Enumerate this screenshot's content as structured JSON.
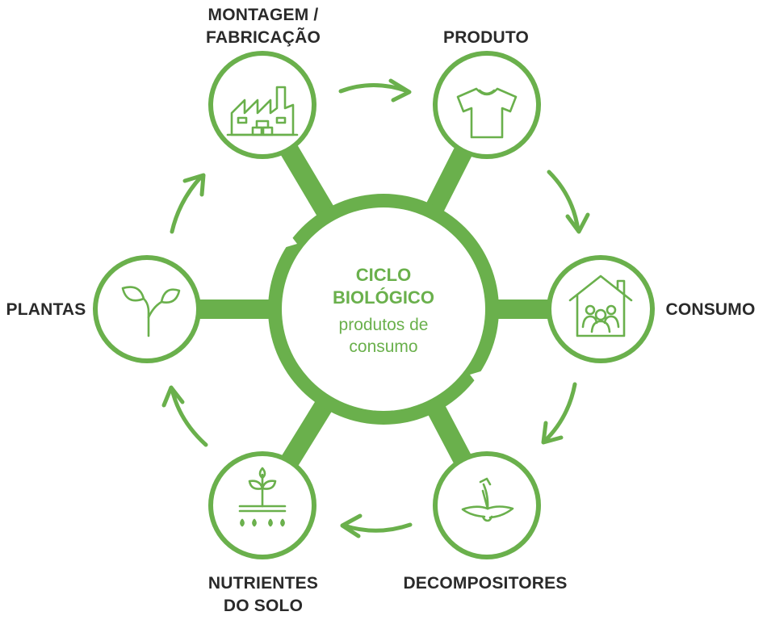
{
  "colors": {
    "accent": "#6ab04c",
    "text": "#2a2a2a",
    "background": "#ffffff"
  },
  "center": {
    "title_line1": "CICLO",
    "title_line2": "BIOLÓGICO",
    "subtitle_line1": "produtos de",
    "subtitle_line2": "consumo"
  },
  "nodes": [
    {
      "id": "montagem",
      "label_line1": "MONTAGEM /",
      "label_line2": "FABRICAÇÃO",
      "icon": "factory-icon"
    },
    {
      "id": "produto",
      "label_line1": "PRODUTO",
      "icon": "tshirt-icon"
    },
    {
      "id": "consumo",
      "label_line1": "CONSUMO",
      "icon": "house-people-icon"
    },
    {
      "id": "decompositores",
      "label_line1": "DECOMPOSITORES",
      "icon": "banana-peel-icon"
    },
    {
      "id": "nutrientes",
      "label_line1": "NUTRIENTES",
      "label_line2": "DO SOLO",
      "icon": "soil-sprout-icon"
    },
    {
      "id": "plantas",
      "label_line1": "PLANTAS",
      "icon": "plant-leaves-icon"
    }
  ]
}
